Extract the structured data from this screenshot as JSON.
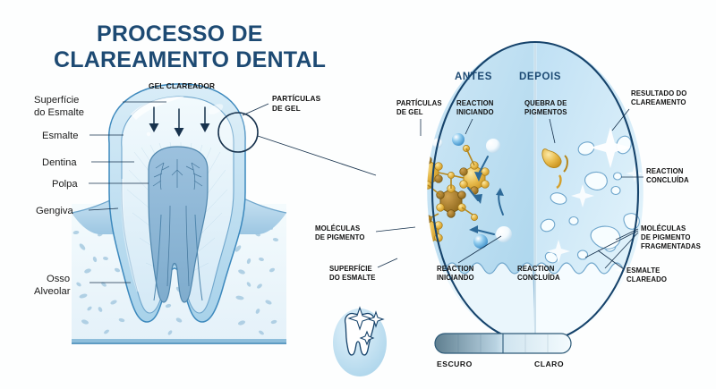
{
  "title": {
    "line1": "PROCESSO DE",
    "line2": "CLAREAMENTO DENTAL",
    "color": "#1d4a73"
  },
  "tooth_diagram": {
    "top_label": "GEL CLAREADOR",
    "callout_label_1": "PARTÍCULAS",
    "callout_label_2": "DE GEL",
    "labels": [
      {
        "line1": "Superfície",
        "line2": "do Esmalte"
      },
      {
        "line1": "Esmalte",
        "line2": ""
      },
      {
        "line1": "Dentina",
        "line2": ""
      },
      {
        "line1": "Polpa",
        "line2": ""
      },
      {
        "line1": "Gengiva",
        "line2": ""
      },
      {
        "line1": "Osso",
        "line2": "Alveolar"
      }
    ]
  },
  "magnifier": {
    "heading_before": "ANTES",
    "heading_after": "DEPOIS",
    "before_labels": {
      "gel_particles_1": "PARTÍCULAS",
      "gel_particles_2": "DE GEL",
      "reaction_start_1": "REACTION",
      "reaction_start_2": "INICIANDO",
      "pigment_1": "MOLÉCULAS",
      "pigment_2": "DE PIGMENTO",
      "surface_1": "SUPERFÍCIE",
      "surface_2": "DO ESMALTE",
      "bottom_reaction_1": "REACTION",
      "bottom_reaction_2": "INICIANDO"
    },
    "after_labels": {
      "breakdown_1": "QUEBRA DE",
      "breakdown_2": "PIGMENTOS",
      "result_1": "RESULTADO DO",
      "result_2": "CLAREAMENTO",
      "reaction_done_1": "REACTION",
      "reaction_done_2": "CONCLUÍDA",
      "fragments_1": "MOLÉCULAS",
      "fragments_2": "DE PIGMENTO",
      "fragments_3": "FRAGMENTADAS",
      "enamel_1": "ESMALTE",
      "enamel_2": "CLAREADO",
      "bottom_reaction_1": "REACTION",
      "bottom_reaction_2": "CONCLUÍDA"
    }
  },
  "scale": {
    "dark_label": "ESCURO",
    "light_label": "CLARO"
  },
  "colors": {
    "navy": "#1d4a73",
    "outline": "#16436b",
    "enamel": "#cfe7f5",
    "dentin": "#e6f2fa",
    "pulp": "#8fb8d8",
    "gum": "#a9cde6",
    "bone": "#eef6fb",
    "molecule_gold": "#e8b944",
    "molecule_dark": "#9a6f1f",
    "sphere_blue": "#59a8dd",
    "scale_dark": "#5f7f90",
    "scale_light": "#eef7fb"
  }
}
